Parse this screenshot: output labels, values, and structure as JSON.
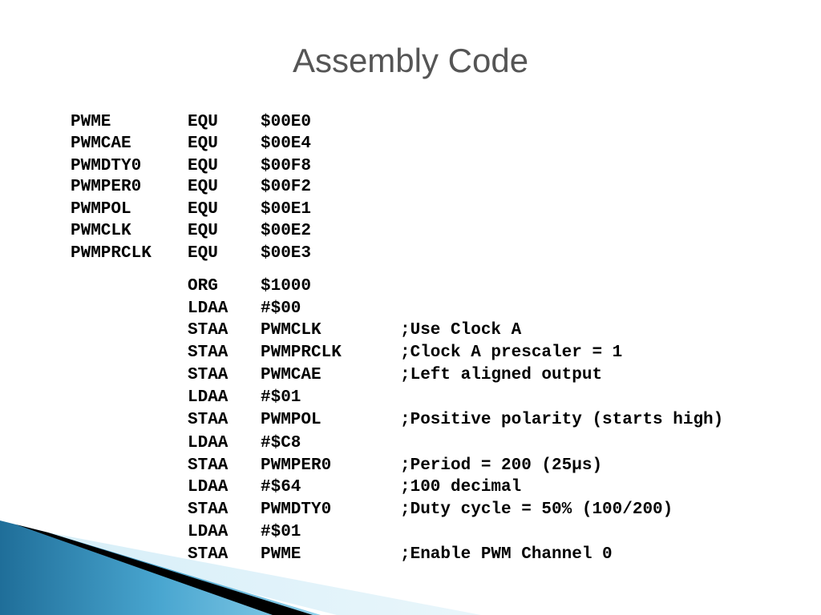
{
  "slide": {
    "title": "Assembly Code"
  },
  "code_lines": [
    {
      "label": "PWME",
      "op": "EQU",
      "operand": "$00E0",
      "comment": ""
    },
    {
      "label": "PWMCAE",
      "op": "EQU",
      "operand": "$00E4",
      "comment": ""
    },
    {
      "label": "PWMDTY0",
      "op": "EQU",
      "operand": "$00F8",
      "comment": ""
    },
    {
      "label": "PWMPER0",
      "op": "EQU",
      "operand": "$00F2",
      "comment": ""
    },
    {
      "label": "PWMPOL",
      "op": "EQU",
      "operand": "$00E1",
      "comment": ""
    },
    {
      "label": "PWMCLK",
      "op": "EQU",
      "operand": "$00E2",
      "comment": ""
    },
    {
      "label": "PWMPRCLK",
      "op": "EQU",
      "operand": "$00E3",
      "comment": ""
    },
    {
      "label": "",
      "op": "ORG",
      "operand": "$1000",
      "comment": ""
    },
    {
      "label": "",
      "op": "LDAA",
      "operand": "#$00",
      "comment": ""
    },
    {
      "label": "",
      "op": "STAA",
      "operand": "PWMCLK",
      "comment": ";Use Clock A"
    },
    {
      "label": "",
      "op": "STAA",
      "operand": "PWMPRCLK",
      "comment": ";Clock A prescaler = 1"
    },
    {
      "label": "",
      "op": "STAA",
      "operand": "PWMCAE",
      "comment": ";Left aligned output"
    },
    {
      "label": "",
      "op": "LDAA",
      "operand": "#$01",
      "comment": ""
    },
    {
      "label": "",
      "op": "STAA",
      "operand": "PWMPOL",
      "comment": ";Positive polarity (starts high)"
    },
    {
      "label": "",
      "op": "LDAA",
      "operand": "#$C8",
      "comment": ""
    },
    {
      "label": "",
      "op": "STAA",
      "operand": "PWMPER0",
      "comment": ";Period = 200 (25µs)"
    },
    {
      "label": "",
      "op": "LDAA",
      "operand": "#$64",
      "comment": ";100 decimal"
    },
    {
      "label": "",
      "op": "STAA",
      "operand": "PWMDTY0",
      "comment": ";Duty cycle = 50% (100/200)"
    },
    {
      "label": "",
      "op": "LDAA",
      "operand": "#$01",
      "comment": ""
    },
    {
      "label": "",
      "op": "STAA",
      "operand": "PWME",
      "comment": ";Enable PWM Channel 0"
    }
  ],
  "colors": {
    "title": "#555555",
    "code": "#000000",
    "decor_light": "#bfe3f2",
    "decor_mid": "#4fa8d2",
    "decor_dark": "#1c6f9c",
    "decor_black": "#000000"
  }
}
